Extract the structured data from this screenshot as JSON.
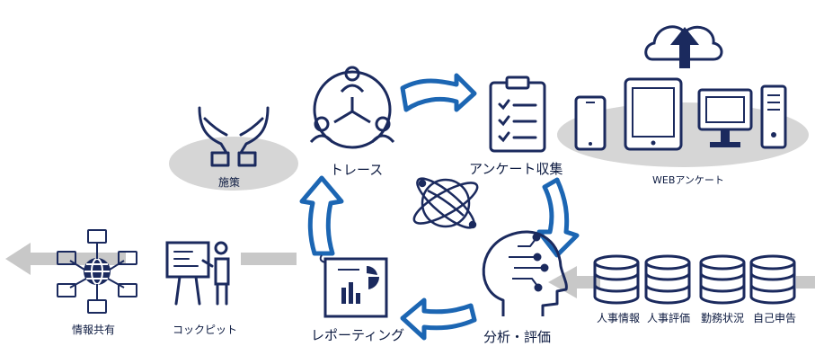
{
  "labels": {
    "trace": "トレース",
    "survey_collection": "アンケート収集",
    "web_survey": "WEBアンケート",
    "analysis": "分析・評価",
    "reporting": "レポーティング",
    "measures": "施策",
    "cockpit": "コックピット",
    "info_sharing": "情報共有",
    "hr_info": "人事情報",
    "hr_eval": "人事評価",
    "work_status": "勤務状況",
    "self_report": "自己申告"
  },
  "colors": {
    "navy": "#1b2a5e",
    "blue_arrow": "#1c66b3",
    "gray_arrow": "#c8c8c8",
    "gray_ellipse": "#d6d6d6"
  },
  "icons": [
    "hands-icon",
    "team-trace-icon",
    "clipboard-checklist-icon",
    "cloud-upload-icon",
    "smartphone-icon",
    "tablet-icon",
    "desktop-monitor-icon",
    "pc-tower-icon",
    "globe-orbit-icon",
    "ai-head-icon",
    "database-icon",
    "report-document-icon",
    "presenter-icon",
    "network-globe-icon"
  ]
}
